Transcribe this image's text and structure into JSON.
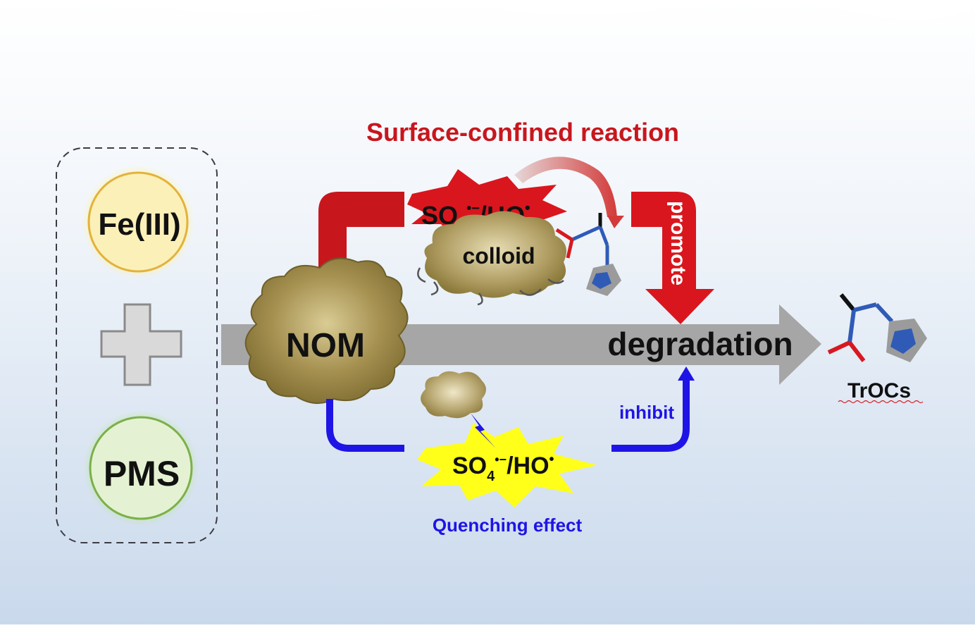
{
  "title": "Surface-confined reaction",
  "reactants": {
    "fe": "Fe(III)",
    "pms": "PMS"
  },
  "nom_label": "NOM",
  "main_arrow_label": "degradation",
  "product_label": "TrOCs",
  "top_pathway": {
    "radical_main": "SO",
    "radical_sub": "4",
    "radical_sup": "•−",
    "radical_tail": "/HO",
    "radical_dot": "•",
    "colloid_label": "colloid",
    "promote_label": "promote"
  },
  "bottom_pathway": {
    "radical_main": "SO",
    "radical_sub": "4",
    "radical_sup": "•−",
    "radical_tail": "/HO",
    "radical_dot": "•",
    "inhibit_label": "inhibit",
    "quenching_label": "Quenching effect"
  },
  "colors": {
    "red": "#c8161d",
    "blue": "#1f14e6",
    "brown": "#8b7a3a",
    "gray_arrow": "#a6a6a6",
    "fe_circle": "#fbf0b8",
    "pms_circle": "#e4f2d3",
    "burst_yellow": "#ffff1a",
    "burst_red": "#d9161d",
    "bond_blue": "#2f5bb7",
    "bond_red": "#d6191f"
  }
}
